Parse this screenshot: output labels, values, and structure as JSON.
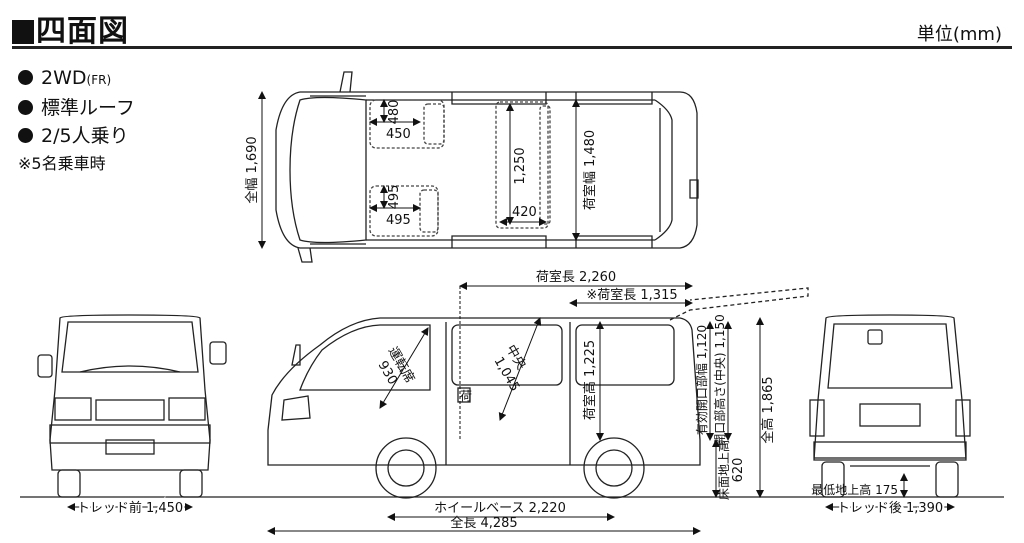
{
  "header": {
    "title": "四面図",
    "unit": "単位(mm)"
  },
  "specs": {
    "drive": "2WD",
    "drive_sub": "(FR)",
    "roof": "標準ルーフ",
    "seating": "2/5人乗り",
    "note": "※5名乗車時"
  },
  "top_view": {
    "overall_width": "全幅 1,690",
    "cargo_width": "荷室幅 1,480",
    "seat_front_depth": "480",
    "seat_front_width": "450",
    "seat_rear_depth": "495",
    "seat_rear_width": "495",
    "center_length": "1,250",
    "center_width": "420"
  },
  "side_view": {
    "cargo_length": "荷室長 2,260",
    "cargo_length_note": "※荷室長 1,315",
    "driver_seat": "運転席",
    "driver_seat_val": "930",
    "center": "中央",
    "center_val": "1,045",
    "cargo_height": "荷室高 1,225",
    "rear_opening_width": "有効開口部幅 1,120",
    "rear_opening_height": "開口部高さ(中央) 1,150",
    "overall_height": "全高 1,865",
    "floor_height": "床面地上高",
    "floor_height_val": "620",
    "wheelbase": "ホイールベース 2,220",
    "overall_length": "全長 4,285",
    "seat_label": "荷"
  },
  "front_view": {
    "tread_front": "トレッド前 1,450"
  },
  "rear_view": {
    "ground_clearance": "最低地上高 175",
    "tread_rear": "トレッド後 1,390"
  }
}
